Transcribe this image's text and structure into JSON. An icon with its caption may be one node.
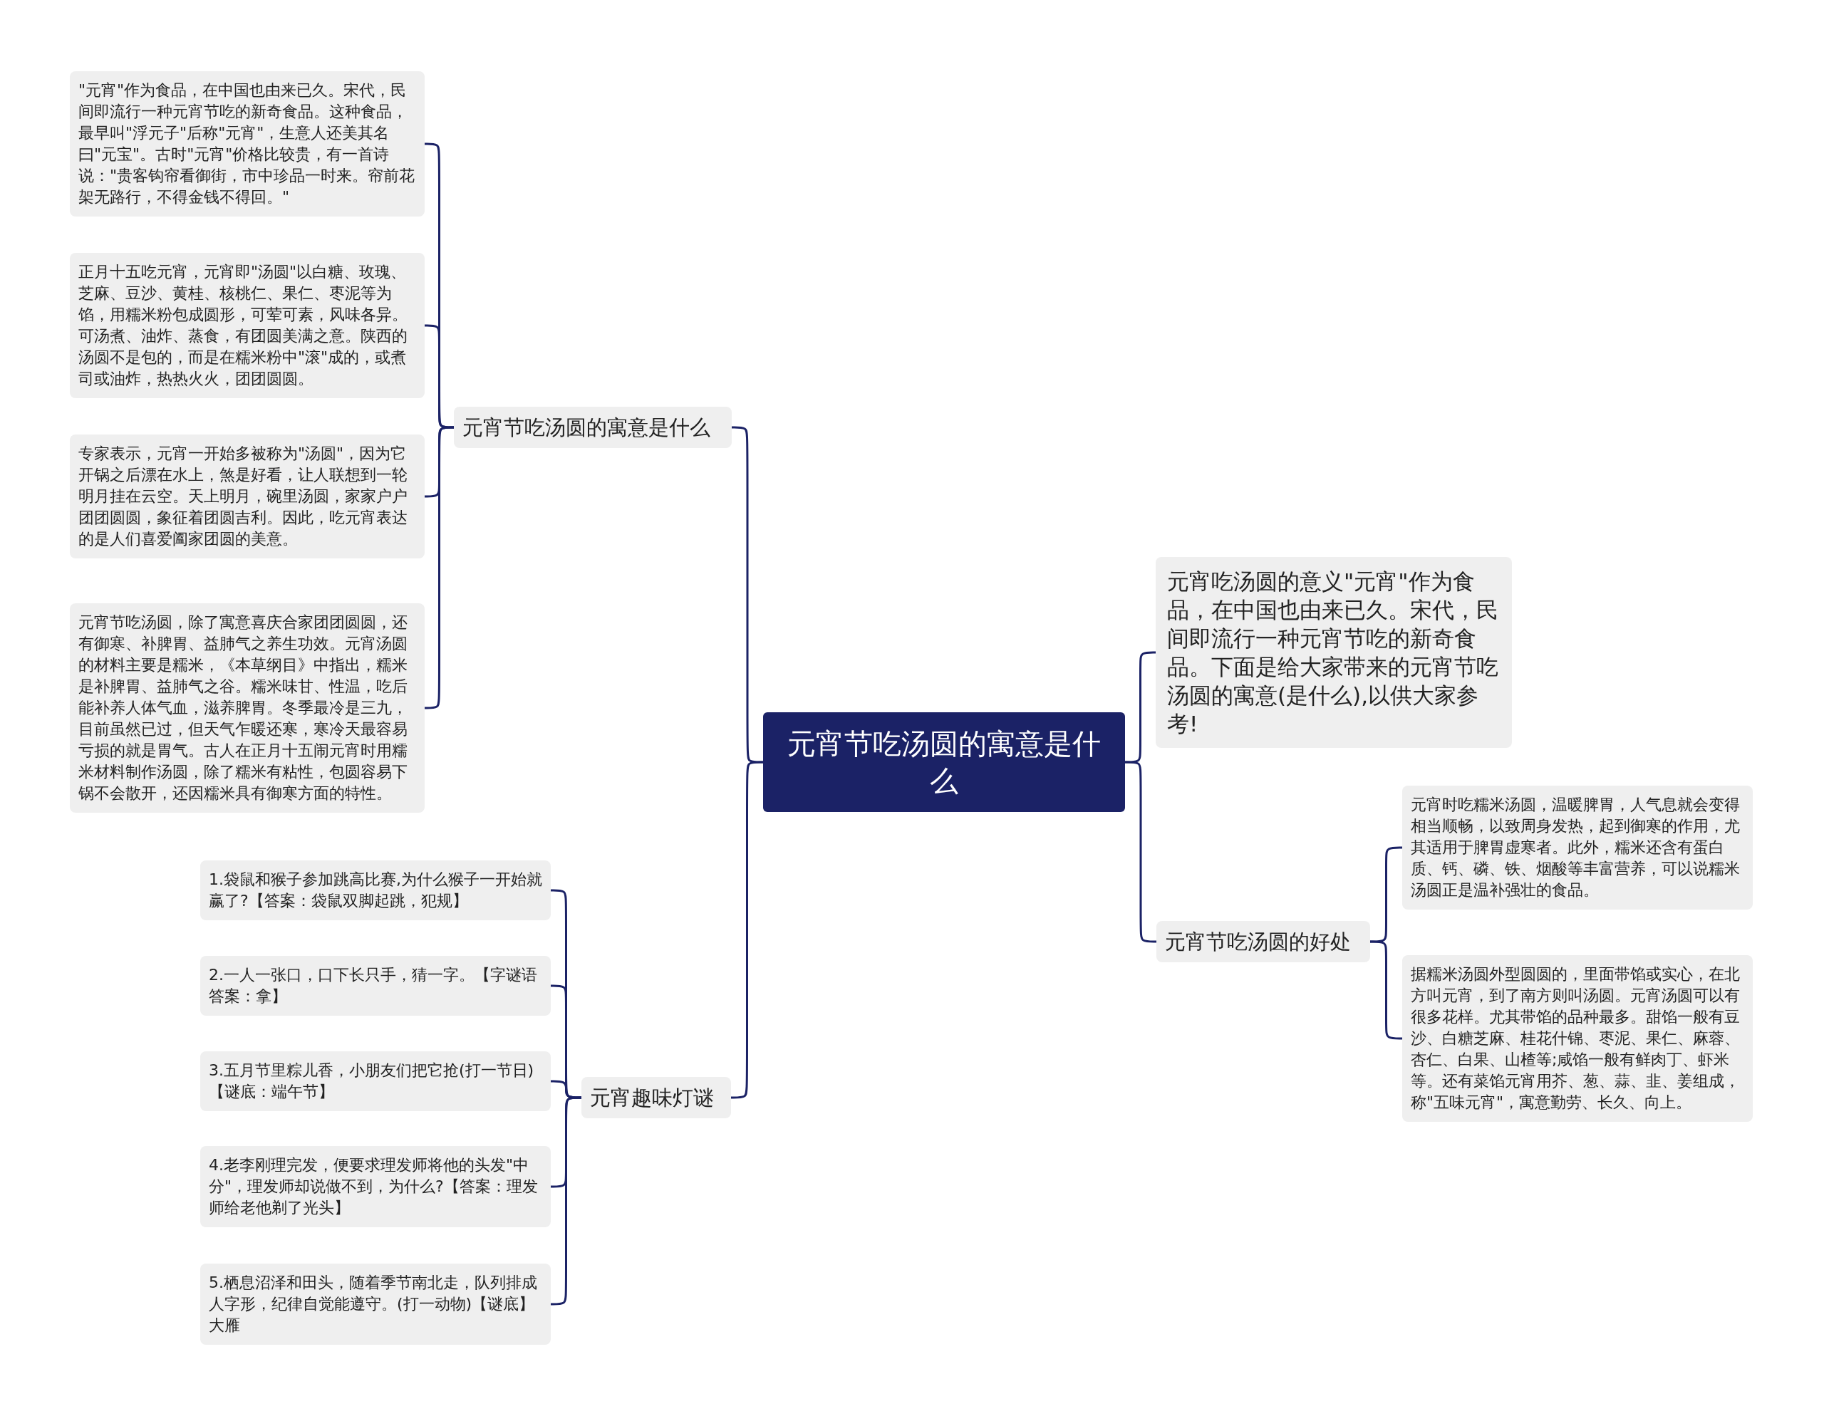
{
  "diagram": {
    "nodes": [
      {
        "text": [
          "元宵节吃汤圆的寓意是什么"
        ]
      },
      {
        "text": [
          "元宵节吃汤圆的寓意是什么"
        ]
      },
      {
        "text": [
          "\"元宵\"作为食品，在中国也由来已久。宋代，民间即流行一种元宵节吃的新奇食品。这种食品，最早叫\"浮元子\"后称\"元宵\"，生意人还美其名曰\"元宝\"。古时\"元宵\"价格比较贵，有一首诗说：\"贵客钩帘看御街，市中珍品一时来。帘前花架无路行，不得金钱不得回。\""
        ]
      },
      {
        "text": [
          "正月十五吃元宵，元宵即\"汤圆\"以白糖、玫瑰、芝麻、豆沙、黄桂、核桃仁、果仁、枣泥等为馅，用糯米粉包成圆形，可荤可素，风味各异。可汤煮、油炸、蒸食，有团圆美满之意。陕西的汤圆不是包的，而是在糯米粉中\"滚\"成的，或煮司或油炸，热热火火，团团圆圆。"
        ]
      },
      {
        "text": [
          "专家表示，元宵一开始多被称为\"汤圆\"，因为它开锅之后漂在水上，煞是好看，让人联想到一轮明月挂在云空。天上明月，碗里汤圆，家家户户团团圆圆，象征着团圆吉利。因此，吃元宵表达的是人们喜爱阖家团圆的美意。"
        ]
      },
      {
        "text": [
          "元宵节吃汤圆，除了寓意喜庆合家团团圆圆，还有御寒、补脾胃、益肺气之养生功效。元宵汤圆的材料主要是糯米，《本草纲目》中指出，糯米是补脾胃、益肺气之谷。糯米味甘、性温，吃后能补养人体气血，滋养脾胃。冬季最冷是三九，目前虽然已过，但天气乍暖还寒，寒冷天最容易亏损的就是胃气。古人在正月十五闹元宵时用糯米材料制作汤圆，除了糯米有粘性，包圆容易下锅不会散开，还因糯米具有御寒方面的特性。"
        ]
      },
      {
        "text": [
          "元宵趣味灯谜"
        ]
      },
      {
        "text": [
          "1.袋鼠和猴子参加跳高比赛,为什么猴子一开始就赢了?【答案：袋鼠双脚起跳，犯规】"
        ]
      },
      {
        "text": [
          "2.一人一张口，口下长只手，猜一字。【字谜语答案：拿】"
        ]
      },
      {
        "text": [
          "3.五月节里粽儿香，小朋友们把它抢(打一节日)【谜底：端午节】"
        ]
      },
      {
        "text": [
          "4.老李刚理完发，便要求理发师将他的头发\"中分\"，理发师却说做不到，为什么?【答案：理发师给老他剃了光头】"
        ]
      },
      {
        "text": [
          "5.栖息沼泽和田头，随着季节南北走，队列排成人字形，纪律自觉能遵守。(打一动物)【谜底】大雁"
        ]
      },
      {
        "text": [
          "元宵吃汤圆的意义\"元宵\"作为食品，在中国也由来已久。宋代，民间即流行一种元宵节吃的新奇食品。下面是给大家带来的元宵节吃汤圆的寓意(是什么),以供大家参考!"
        ]
      },
      {
        "text": [
          "元宵节吃汤圆的好处"
        ]
      },
      {
        "text": [
          "元宵时吃糯米汤圆，温暖脾胃，人气息就会变得相当顺畅，以致周身发热，起到御寒的作用，尤其适用于脾胃虚寒者。此外，糯米还含有蛋白质、钙、磷、铁、烟酸等丰富营养，可以说糯米汤圆正是温补强壮的食品。"
        ]
      },
      {
        "text": [
          "据糯米汤圆外型圆圆的，里面带馅或实心，在北方叫元宵，到了南方则叫汤圆。元宵汤圆可以有很多花样。尤其带馅的品种最多。甜馅一般有豆沙、白糖芝麻、桂花什锦、枣泥、果仁、麻蓉、杏仁、白果、山楂等;咸馅一般有鲜肉丁、虾米等。还有菜馅元宵用芥、葱、蒜、韭、姜组成，称\"五味元宵\"，寓意勤劳、长久、向上。"
        ]
      }
    ],
    "edges": [
      {
        "from": 0,
        "to": 1,
        "arrow": "none"
      },
      {
        "from": 1,
        "to": 2,
        "arrow": "none"
      },
      {
        "from": 1,
        "to": 3,
        "arrow": "none"
      },
      {
        "from": 1,
        "to": 4,
        "arrow": "none"
      },
      {
        "from": 1,
        "to": 5,
        "arrow": "none"
      },
      {
        "from": 0,
        "to": 6,
        "arrow": "none"
      },
      {
        "from": 6,
        "to": 7,
        "arrow": "none"
      },
      {
        "from": 6,
        "to": 8,
        "arrow": "none"
      },
      {
        "from": 6,
        "to": 9,
        "arrow": "none"
      },
      {
        "from": 6,
        "to": 10,
        "arrow": "none"
      },
      {
        "from": 6,
        "to": 11,
        "arrow": "none"
      },
      {
        "from": 0,
        "to": 12,
        "arrow": "none"
      },
      {
        "from": 0,
        "to": 13,
        "arrow": "none"
      },
      {
        "from": 13,
        "to": 14,
        "arrow": "none"
      },
      {
        "from": 13,
        "to": 15,
        "arrow": "none"
      }
    ]
  }
}
